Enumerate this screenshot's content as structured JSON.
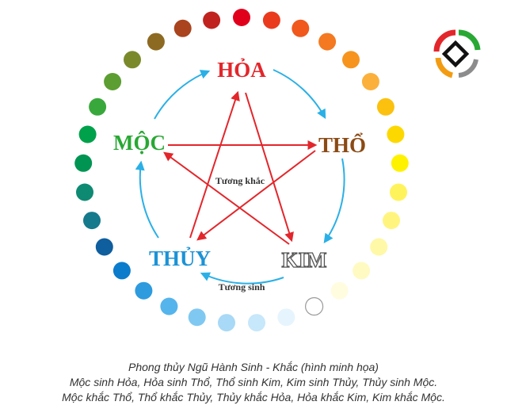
{
  "diagram": {
    "elements": {
      "hoa": {
        "label": "HỎA",
        "color": "#e3262b"
      },
      "tho": {
        "label": "THỔ",
        "color": "#8b4a14"
      },
      "kim": {
        "label": "KIM",
        "color": "#ffffff"
      },
      "thuy": {
        "label": "THỦY",
        "color": "#1c93d6"
      },
      "moc": {
        "label": "MỘC",
        "color": "#29a834"
      }
    },
    "inner_label": "Tương khắc",
    "outer_label": "Tương sinh",
    "colors": {
      "generating_arrow": "#2ab0e6",
      "overcoming_arrow": "#e3262b",
      "kim_outline": "#555555"
    },
    "dot_colors": [
      "#e1001c",
      "#ea3a1e",
      "#f0581c",
      "#f47920",
      "#f7941d",
      "#fbb03b",
      "#fcc10f",
      "#fdd800",
      "#fff200",
      "#fff35c",
      "#fff57e",
      "#fff8a6",
      "#fffac2",
      "#fffce0",
      "#ffffff",
      "#e6f4fd",
      "#c7e7fa",
      "#a8d9f6",
      "#7fc8f2",
      "#55b4ec",
      "#2d9bde",
      "#0b7ccc",
      "#0f5e9e",
      "#157a8b",
      "#0e8a73",
      "#009453",
      "#00a14b",
      "#39a83c",
      "#5c9e32",
      "#7a8a2a",
      "#8d6a22",
      "#a9441e",
      "#c0231f"
    ]
  },
  "caption": {
    "line1": "Phong thủy Ngũ Hành Sinh - Khắc (hình minh họa)",
    "line2": "Mộc sinh Hỏa, Hỏa sinh Thổ, Thổ sinh Kim, Kim sinh Thủy, Thủy sinh Mộc.",
    "line3": "Mộc khắc Thổ, Thổ khắc Thủy, Thủy khắc Hỏa, Hỏa khắc Kim, Kim khắc Mộc."
  },
  "logo": {
    "icon": "diamond-logo-icon",
    "colors": [
      "#e3262b",
      "#29a834",
      "#f39c12",
      "#8c8c8c"
    ]
  }
}
